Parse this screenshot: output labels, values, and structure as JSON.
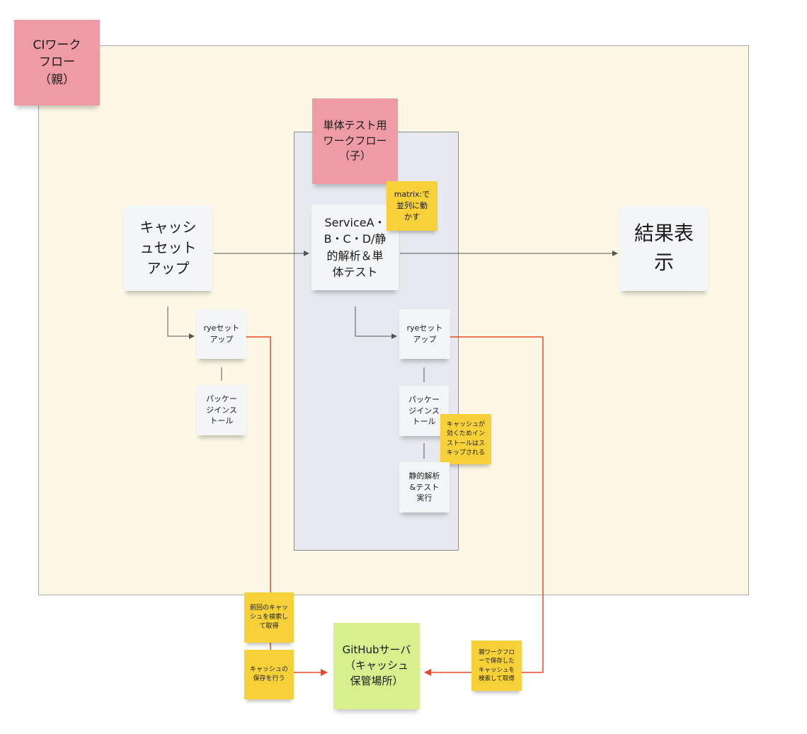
{
  "frames": {
    "parent": {
      "label": "CIワーク\nフロー\n（親）"
    },
    "child": {
      "label": "単体テスト用\nワークフロー\n（子）"
    }
  },
  "notes": {
    "cache_setup": "キャッシ\nュセット\nアップ",
    "main_test": "ServiceA・\nB・C・D/静\n的解析＆単\n体テスト",
    "matrix": "matrix:で\n並列に動\nかす",
    "result": "結果表\n示",
    "parent_rye": "ryeセット\nアップ",
    "parent_pkg": "パッケー\nジインス\nトール",
    "child_rye": "ryeセット\nアップ",
    "child_pkg": "パッケー\nジインス\nトール",
    "skip_note": "キャッシュが\n効くためイン\nストールはス\nキップされる",
    "static_test": "静的解析\n&テスト\n実行",
    "fetch_previous": "前回のキャッ\nシュを検索し\nて取得",
    "save_cache": "キャッシュの\n保存を行う",
    "github_server": "GitHubサーバ\n（キャッシュ\n保管場所）",
    "fetch_parent": "親ワークフロ\nーで保存した\nキャッシュを\n検索して取得"
  },
  "colors": {
    "parent_frame": "#fcf8e5",
    "child_frame": "#e6e9ef",
    "pink": "#ee9ba5",
    "yellow": "#f7d137",
    "green": "#d5f08c",
    "white_note": "#f4f5f7",
    "connector_red": "#e8492a",
    "connector_gray": "#555555"
  }
}
